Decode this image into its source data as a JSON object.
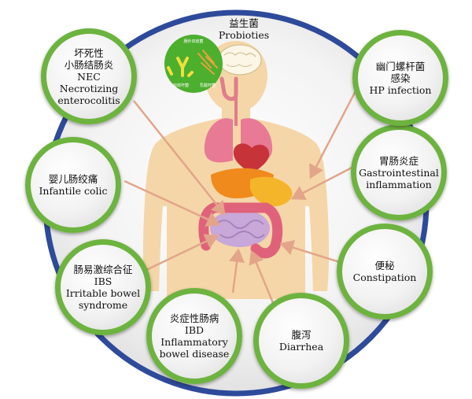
{
  "probiotics": {
    "zh": "益生菌",
    "en": "Probioties"
  },
  "inset_labels": {
    "top": "肠外双歧菌",
    "left": "双歧杆菌",
    "right": "乳酸杆菌"
  },
  "conditions": [
    {
      "id": "nec",
      "lines": [
        "坏死性",
        "小肠结肠炎",
        "NEC",
        "Necrotizing",
        "enterocolitis"
      ]
    },
    {
      "id": "colic",
      "lines": [
        "婴儿肠绞痛",
        "Infantile colic"
      ]
    },
    {
      "id": "ibs",
      "lines": [
        "肠易激综合征",
        "IBS",
        "Irritable bowel",
        "syndrome"
      ]
    },
    {
      "id": "ibd",
      "lines": [
        "炎症性肠病",
        "IBD",
        "Inflammatory",
        "bowel disease"
      ]
    },
    {
      "id": "diarrhea",
      "lines": [
        "腹泻",
        "Diarrhea"
      ]
    },
    {
      "id": "constipation",
      "lines": [
        "便秘",
        "Constipation"
      ]
    },
    {
      "id": "gi",
      "lines": [
        "胃肠炎症",
        "Gastrointestinal",
        "inflammation"
      ]
    },
    {
      "id": "hp",
      "lines": [
        "幽门螺杆菌",
        "感染",
        "HP infection"
      ]
    }
  ],
  "colors": {
    "ring": "#2e4a9a",
    "bubble_border": "#6db33f",
    "arrow": "#e2a58a",
    "body": "#f5d6a8",
    "inset": "#4caf2e"
  }
}
